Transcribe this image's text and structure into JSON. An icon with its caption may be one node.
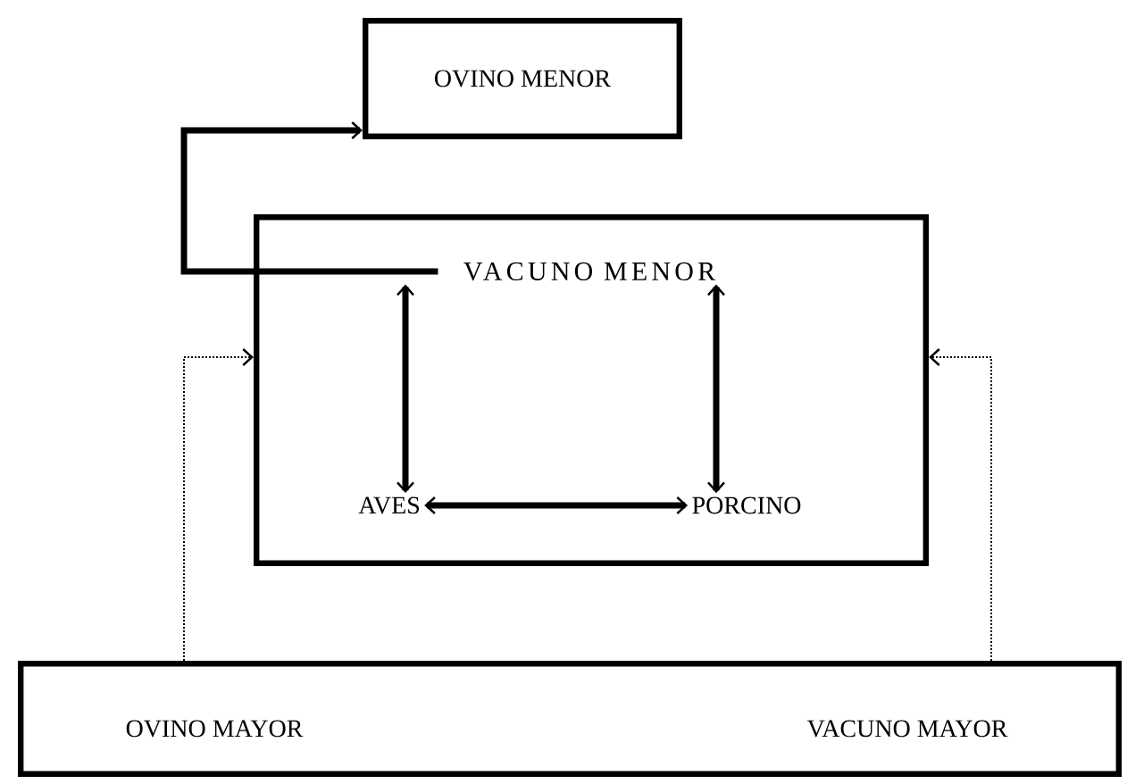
{
  "diagram": {
    "nodes": [
      {
        "text": [
          "OVINO MENOR"
        ]
      },
      {
        "text": [],
        "shape": "box"
      },
      {
        "text": [
          "VACUNO MENOR"
        ],
        "in": 1
      },
      {
        "text": [
          "AVES"
        ],
        "in": 1
      },
      {
        "text": [
          "PORCINO"
        ],
        "in": 1
      },
      {
        "text": [],
        "shape": "box"
      },
      {
        "text": [
          "OVINO MAYOR"
        ],
        "in": 5
      },
      {
        "text": [
          "VACUNO MAYOR"
        ],
        "in": 5
      }
    ],
    "edges": [
      {
        "from": 2,
        "to": 0,
        "arrow": "to"
      },
      {
        "from": 2,
        "to": 3,
        "arrow": "both"
      },
      {
        "from": 2,
        "to": 4,
        "arrow": "both"
      },
      {
        "from": 3,
        "to": 4,
        "arrow": "both"
      },
      {
        "from": 6,
        "to": 1,
        "arrow": "to",
        "style": "dashed"
      },
      {
        "from": 7,
        "to": 1,
        "arrow": "to",
        "style": "dashed"
      }
    ]
  }
}
